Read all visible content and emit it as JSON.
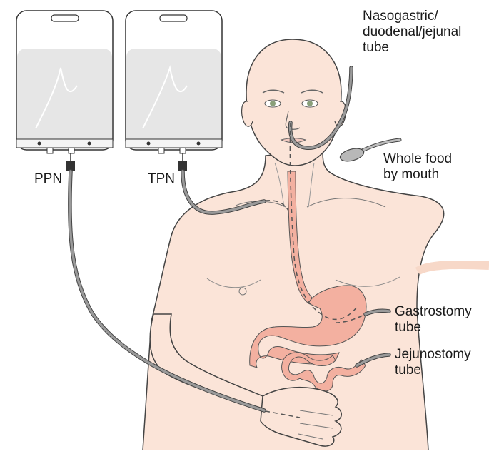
{
  "labels": {
    "ppn": "PPN",
    "tpn": "TPN",
    "nasogastric_line1": "Nasogastric/",
    "nasogastric_line2": "duodenal/jejunal",
    "nasogastric_line3": "tube",
    "whole_food_line1": "Whole food",
    "whole_food_line2": "by mouth",
    "gastrostomy_line1": "Gastrostomy",
    "gastrostomy_line2": "tube",
    "jejunostomy_line1": "Jejunostomy",
    "jejunostomy_line2": "tube"
  },
  "colors": {
    "skin": "#fbe4d8",
    "skin_outline": "#444444",
    "stomach": "#f3b0a0",
    "bag_fluid": "#e6e6e6",
    "bag_outline": "#333333",
    "tube": "#8a8a8a"
  }
}
